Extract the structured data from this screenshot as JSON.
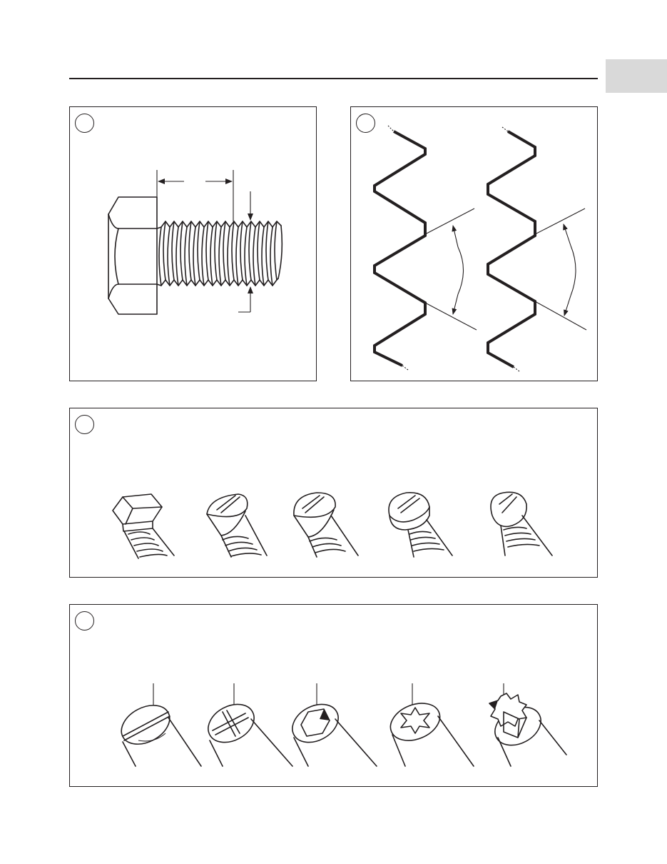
{
  "figures": {
    "bolt": {
      "badge": ""
    },
    "thread_profiles": {
      "badge": ""
    },
    "head_types": {
      "badge": "",
      "items": [
        "hex",
        "flat-slotted",
        "oval-slotted",
        "cheese-slotted",
        "round-slotted"
      ]
    },
    "drive_types": {
      "badge": "",
      "items": [
        "slotted",
        "phillips",
        "hex-socket",
        "torx",
        "external-star"
      ]
    }
  }
}
